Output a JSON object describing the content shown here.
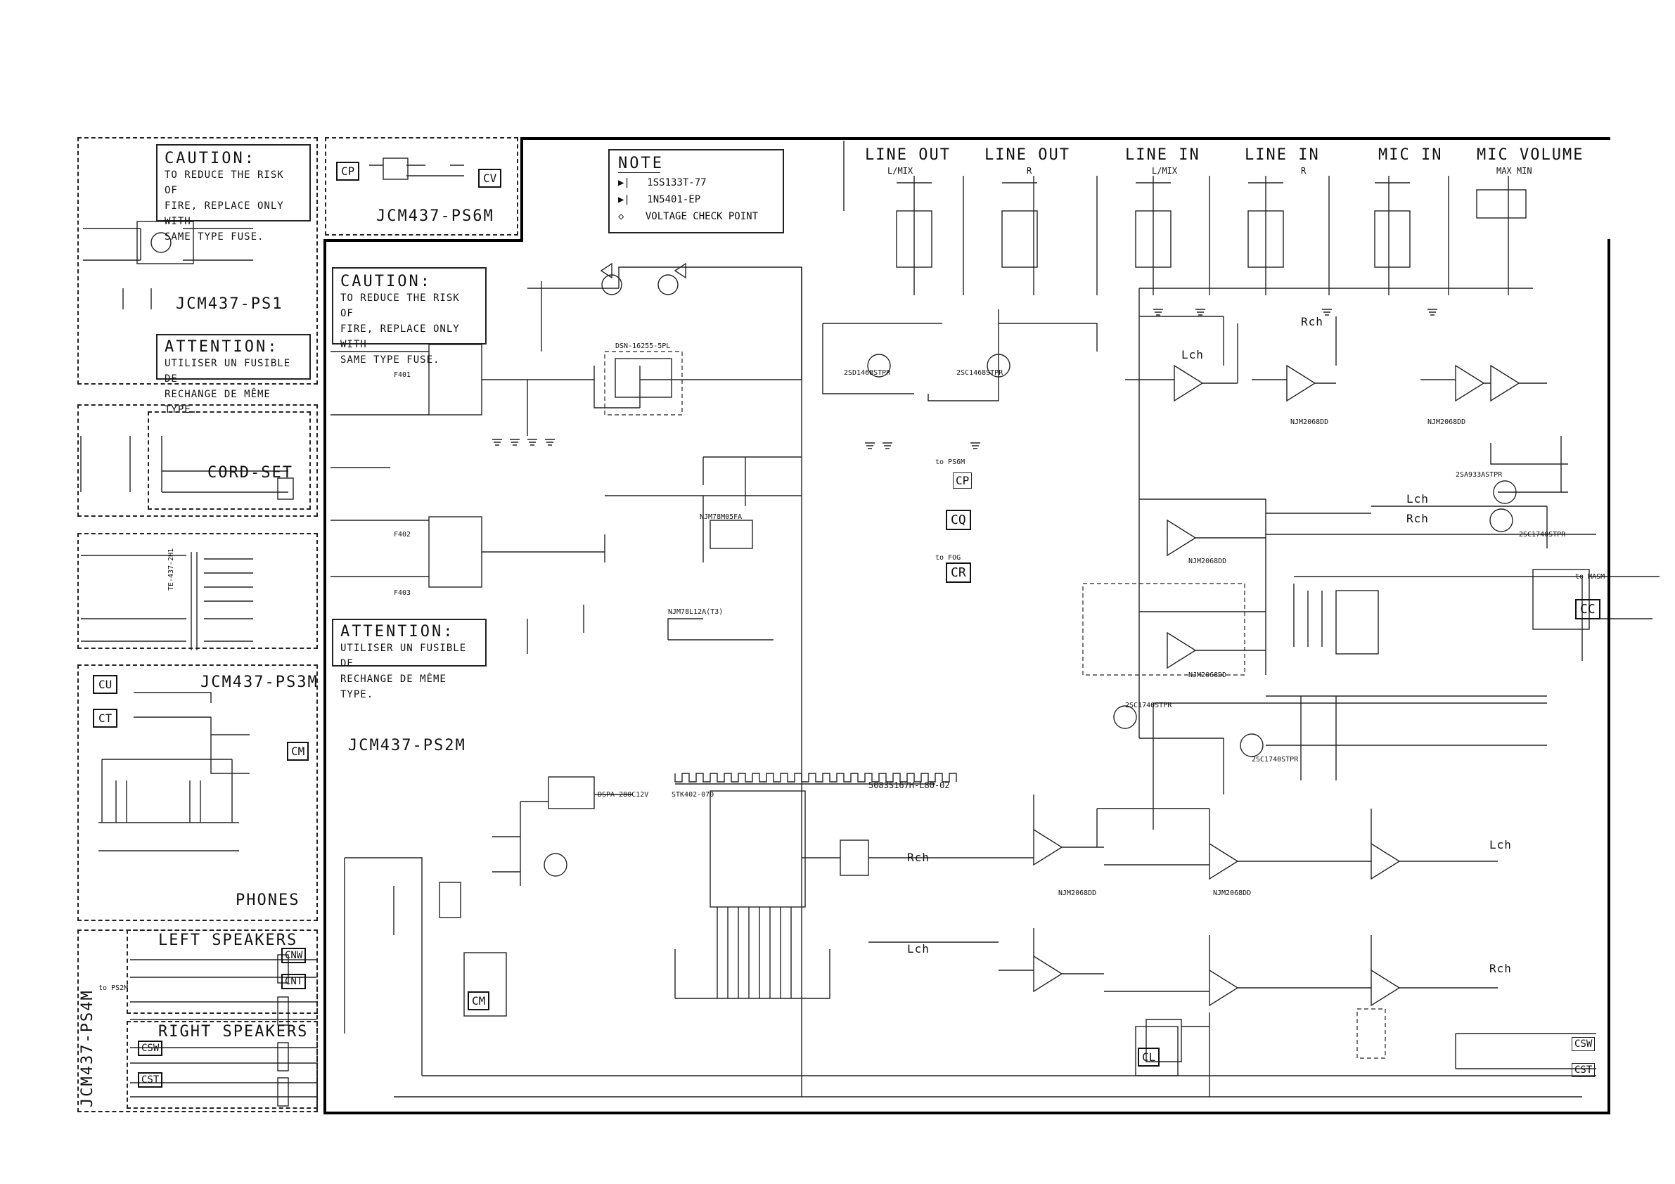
{
  "panels": {
    "ps1": {
      "name": "JCM437-PS1"
    },
    "ps6m": {
      "name": "JCM437-PS6M"
    },
    "ps3m": {
      "name": "JCM437-PS3M"
    },
    "ps2m": {
      "name": "JCM437-PS2M"
    },
    "ps4m": {
      "name": "JCM437-PS4M"
    },
    "cordset": {
      "name": "CORD-SET"
    },
    "phones": {
      "name": "PHONES"
    },
    "left_speakers": {
      "name": "LEFT SPEAKERS"
    },
    "right_speakers": {
      "name": "RIGHT SPEAKERS"
    }
  },
  "caution": {
    "title": "CAUTION:",
    "line1": "TO REDUCE THE RISK OF",
    "line2": "FIRE, REPLACE ONLY WITH",
    "line3": "SAME TYPE FUSE."
  },
  "attention": {
    "title": "ATTENTION:",
    "line1": "UTILISER UN FUSIBLE DE",
    "line2": "RECHANGE DE MÊME TYPE."
  },
  "note": {
    "title": "NOTE",
    "item1": "1SS133T-77",
    "item2": "1N5401-EP",
    "item3": "VOLTAGE CHECK POINT"
  },
  "jacks": [
    {
      "name": "LINE OUT",
      "sub": "L/MIX"
    },
    {
      "name": "LINE OUT",
      "sub": "R"
    },
    {
      "name": "LINE IN",
      "sub": "L/MIX"
    },
    {
      "name": "LINE IN",
      "sub": "R"
    },
    {
      "name": "MIC IN",
      "sub": ""
    },
    {
      "name": "MIC VOLUME",
      "sub": "MAX    MIN"
    }
  ],
  "channels": {
    "lch": "Lch",
    "rch": "Rch"
  },
  "connectors": {
    "cp": "CP",
    "cv": "CV",
    "cu": "CU",
    "ct": "CT",
    "cm": "CM",
    "cq": "CQ",
    "cr": "CR",
    "cc": "CC",
    "cl": "CL",
    "cnw": "CNW",
    "cnt": "CNT",
    "csw": "CSW",
    "cst": "CST"
  },
  "parts": {
    "ic400": "DSN-16255-5PL",
    "ic402": "NJM78M05FA",
    "ic200": "NJM78L12A(T3)",
    "ic409": "STK402-070",
    "hs400": "5083S167H-L80-02",
    "ic405": "NJM2068DD",
    "ic406": "NJM2068DD",
    "ic403": "NJM2068DD",
    "ic404": "NJM2068DD",
    "ic407": "NJM2068DD",
    "ic408": "NJM2068DD",
    "q405": "2SD1468STPR",
    "q406": "2SC1468STPR",
    "q408": "2SC1740STPR",
    "q203": "2SC1740STPR",
    "q204": "2SC1740STPR",
    "q205": "2SA933ASTPR",
    "relay": "DSPA-280C12V",
    "t_to_masm": "to MASM",
    "t_to_ps2m": "to PS2M",
    "t_to_ps6m": "to PS6M",
    "t_to_fog": "to FOG",
    "fuses": [
      "F401",
      "F402",
      "F403"
    ],
    "transformer": "TE-437-2H1"
  }
}
